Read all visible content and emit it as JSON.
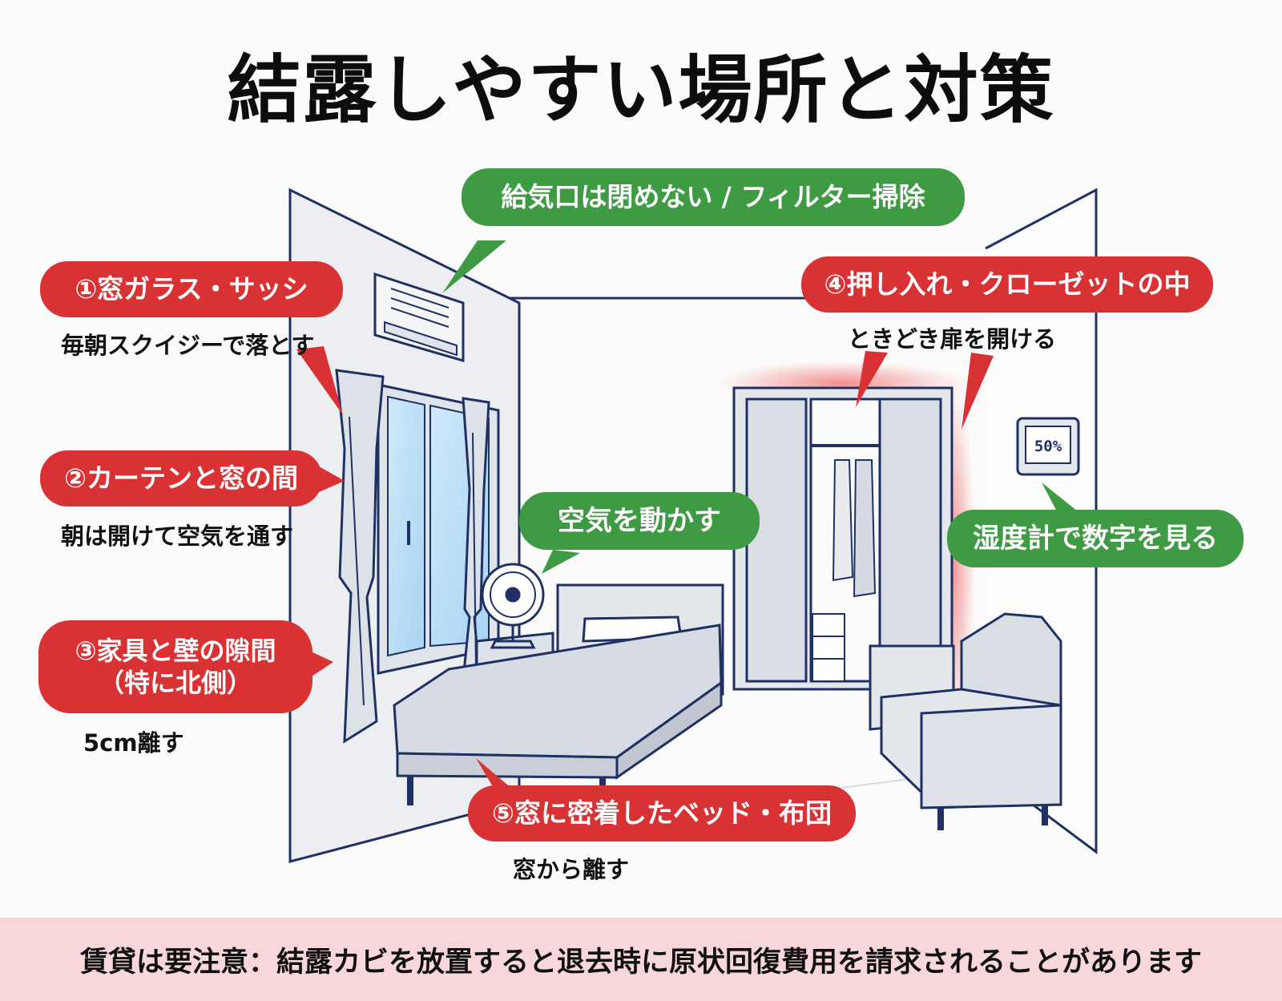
{
  "title": "結露しやすい場所と対策",
  "callouts": {
    "window": {
      "label": "①窓ガラス・サッシ",
      "tip": "毎朝スクイジーで落とす"
    },
    "curtain": {
      "label": "②カーテンと窓の間",
      "tip": "朝は開けて空気を通す"
    },
    "furniture": {
      "label_line1": "③家具と壁の隙間",
      "label_line2": "（特に北側）",
      "tip": "5cm離す"
    },
    "closet": {
      "label": "④押し入れ・クローゼットの中",
      "tip": "ときどき扉を開ける"
    },
    "bed": {
      "label": "⑤窓に密着したベッド・布団",
      "tip": "窓から離す"
    },
    "vent": {
      "label": "給気口は閉めない / フィルター掃除"
    },
    "fan": {
      "label": "空気を動かす"
    },
    "hygrometer": {
      "label": "湿度計で数字を見る",
      "reading": "50%"
    }
  },
  "footer": "賃貸は要注意：結露カビを放置すると退去時に原状回復費用を請求されることがあります",
  "colors": {
    "warning_red": "#d93234",
    "tip_green": "#3e9a43",
    "outline_navy": "#1f3163",
    "footer_pink": "#f8d7da"
  }
}
